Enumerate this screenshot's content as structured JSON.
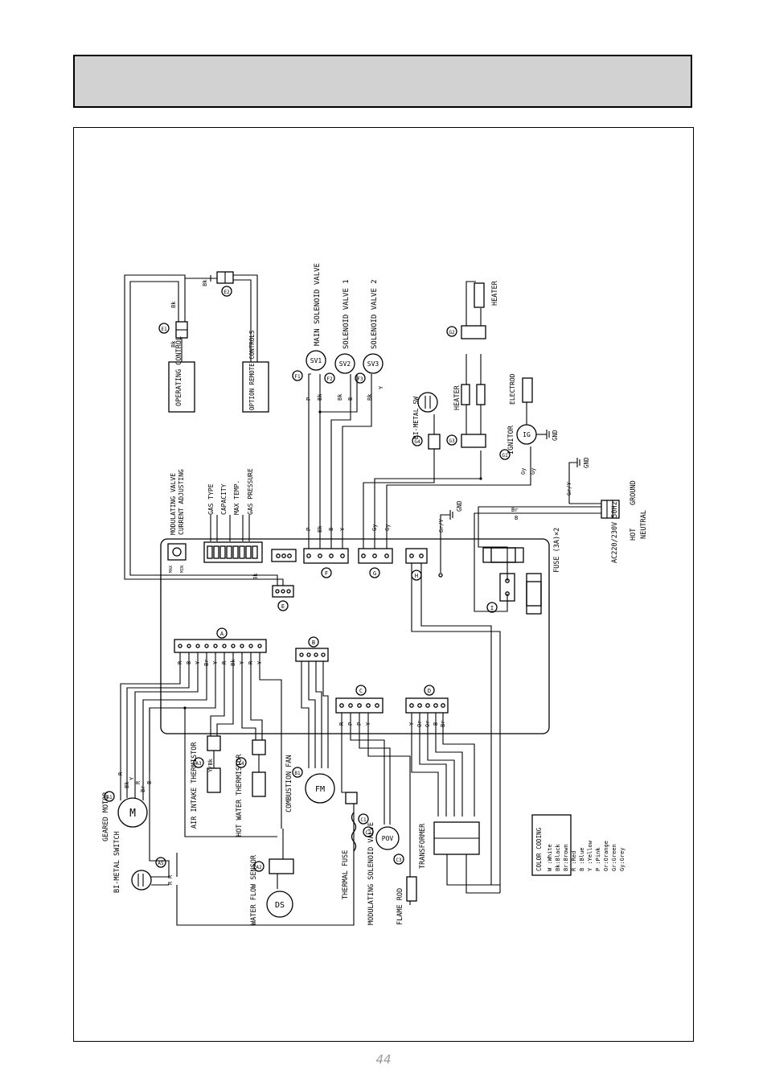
{
  "page_number": "44",
  "board": {
    "trimmer_max": "MAX",
    "trimmer_min": "MIN",
    "dip_labels": [
      "MODULATING VALVE",
      "CURRENT ADJUSTING",
      "GAS TYPE",
      "CAPACITY",
      "MAX TEMP.",
      "GAS PRESSURE"
    ],
    "fuse_label": "FUSE (3A)×2"
  },
  "connectors": [
    "A",
    "B",
    "C",
    "D",
    "E",
    "F",
    "G",
    "H",
    "I",
    "A1",
    "A2",
    "A3",
    "A4",
    "A5",
    "B1",
    "C1",
    "C2",
    "C3",
    "E1",
    "E2",
    "F1",
    "F2",
    "F3",
    "G1",
    "G2",
    "G3",
    "G4"
  ],
  "components": {
    "geared_motor": "GEARED MOTOR",
    "motor_symbol": "M",
    "bimetal_switch": "BI-METAL SWITCH",
    "air_intake_thermistor": "AIR INTAKE THERMISTOR",
    "hot_water_thermistor": "HOT WATER THERMISTOR",
    "combustion_fan": "COMBUSTION FAN",
    "fan_symbol": "FM",
    "water_flow_sensor": "WATER FLOW SENSOR",
    "flow_sensor_symbol": "DS",
    "thermal_fuse": "THERMAL FUSE",
    "modulating_solenoid_valve": "MODULATING SOLENOID VALVE",
    "modulating_symbol": "POV",
    "flame_rod": "FLAME ROD",
    "transformer": "TRANSFORMER",
    "operating_control": "OPERATING CONTROL",
    "remote_controls": "OPTION REMOTE CONTROLS",
    "sv1": "SV1",
    "sv1_label": "MAIN SOLENOID VALVE",
    "sv2": "SV2",
    "sv2_label": "SOLENOID VALVE 1",
    "sv3": "SV3",
    "sv3_label": "SOLENOID VALVE 2",
    "bimetal_sw": "BI-METAL SW",
    "heater": "HEATER",
    "heater2": "HEATER",
    "ignitor": "IGNITOR",
    "ignitor_symbol": "IG",
    "electrode": "ELECTROD",
    "gnd": "GND",
    "gnd2": "GND",
    "gnd3": "GND",
    "power": "AC220/230V 50Hz",
    "hot": "HOT",
    "neutral": "NEUTRAL",
    "ground": "GROUND"
  },
  "wire_codes": [
    "R",
    "B",
    "Y",
    "Br",
    "Bk",
    "W",
    "P",
    "Or",
    "Gr",
    "Gy",
    "Gr/Y",
    "Y/Bk"
  ],
  "color_coding": {
    "title": "COLOR CODING",
    "entries": [
      "W :White",
      "Bk:Black",
      "Br:Brown",
      "R :Red",
      "B :Blue",
      "Y :Yellow",
      "P :Pink",
      "Or:Orange",
      "Gr:Green",
      "Gy:Grey"
    ]
  }
}
